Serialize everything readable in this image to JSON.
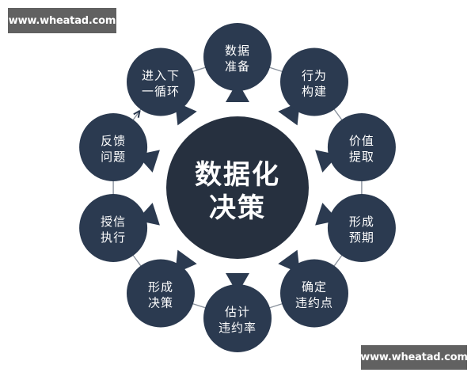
{
  "watermarks": {
    "top_left": "www.wheatad.com",
    "bottom_right": "www.wheatad.com"
  },
  "colors": {
    "background": "#ffffff",
    "center_circle": "#26303f",
    "outer_circle": "#2b3a50",
    "arrow": "#2b3a50",
    "connector_line": "#8b939e",
    "label_text": "#ffffff",
    "watermark_bg": "#616161",
    "watermark_text": "#ffffff"
  },
  "center": {
    "line1": "数据化",
    "line2": "决策",
    "full_label": "数据化决策"
  },
  "nodes": [
    {
      "id": "data-preparation",
      "line1": "数据",
      "line2": "准备",
      "full_label": "数据准备",
      "angle_deg": -90
    },
    {
      "id": "behavior-construction",
      "line1": "行为",
      "line2": "构建",
      "full_label": "行为构建",
      "angle_deg": -54
    },
    {
      "id": "value-extraction",
      "line1": "价值",
      "line2": "提取",
      "full_label": "价值提取",
      "angle_deg": -18
    },
    {
      "id": "form-expectation",
      "line1": "形成",
      "line2": "预期",
      "full_label": "形成预期",
      "angle_deg": 18
    },
    {
      "id": "determine-default-point",
      "line1": "确定",
      "line2": "违约点",
      "full_label": "确定违约点",
      "angle_deg": 54
    },
    {
      "id": "estimate-default-rate",
      "line1": "估计",
      "line2": "违约率",
      "full_label": "估计违约率",
      "angle_deg": 90
    },
    {
      "id": "form-decision",
      "line1": "形成",
      "line2": "决策",
      "full_label": "形成决策",
      "angle_deg": 126
    },
    {
      "id": "credit-execution",
      "line1": "授信",
      "line2": "执行",
      "full_label": "授信执行",
      "angle_deg": 162
    },
    {
      "id": "feedback-issue",
      "line1": "反馈",
      "line2": "问题",
      "full_label": "反馈问题",
      "angle_deg": 198
    },
    {
      "id": "next-cycle",
      "line1": "进入下",
      "line2": "一循环",
      "full_label": "进入下一循环",
      "angle_deg": 234
    }
  ],
  "arrows": {
    "count": 10,
    "direction": "outward-from-center",
    "shape": "triangle"
  }
}
